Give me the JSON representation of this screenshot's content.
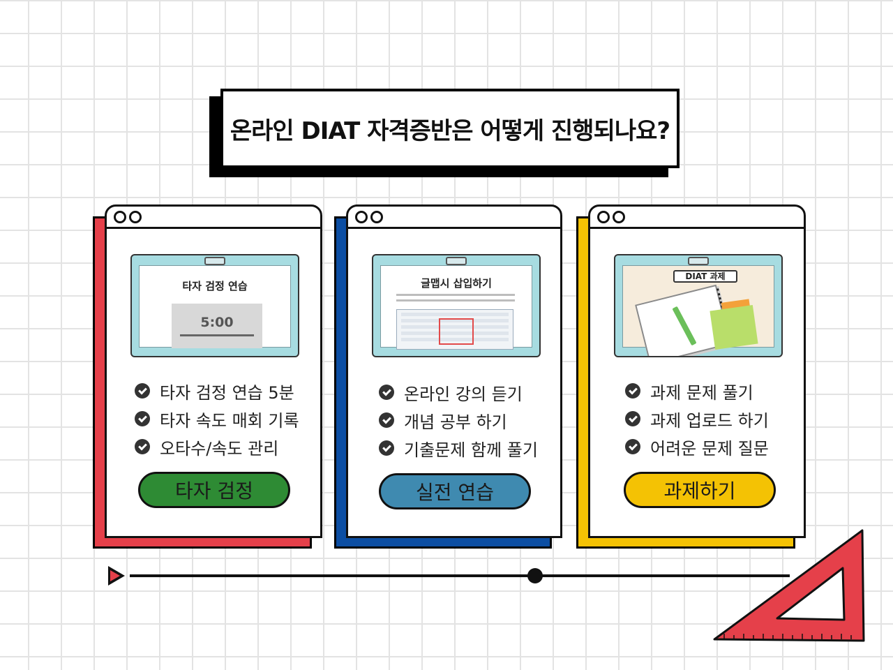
{
  "title": "온라인 DIAT 자격증반은 어떻게 진행되나요?",
  "colors": {
    "red": "#e5404a",
    "blue": "#0c4ea3",
    "yellow": "#f4c204",
    "green_button": "#2e8b34",
    "blue_button": "#3f8ab0",
    "yellow_button": "#f4c204"
  },
  "cards": [
    {
      "thumb_title": "타자 검정 연습",
      "thumb_timer": "5:00",
      "items": [
        "타자 검정 연습 5분",
        "타자 속도 매회 기록",
        "오타수/속도 관리"
      ],
      "button": "타자 검정"
    },
    {
      "thumb_title": "글맵시 삽입하기",
      "items": [
        "온라인 강의 듣기",
        "개념 공부 하기",
        "기출문제 함께 풀기"
      ],
      "button": "실전 연습"
    },
    {
      "thumb_title": "DIAT 과제",
      "items": [
        "과제 문제 풀기",
        "과제 업로드 하기",
        "어려운 문제 질문"
      ],
      "button": "과제하기"
    }
  ],
  "icons": {
    "check": "check-circle-icon",
    "window_dots": "window-dots-icon",
    "ruler": "triangle-ruler-icon",
    "arrow": "play-arrow-icon"
  }
}
